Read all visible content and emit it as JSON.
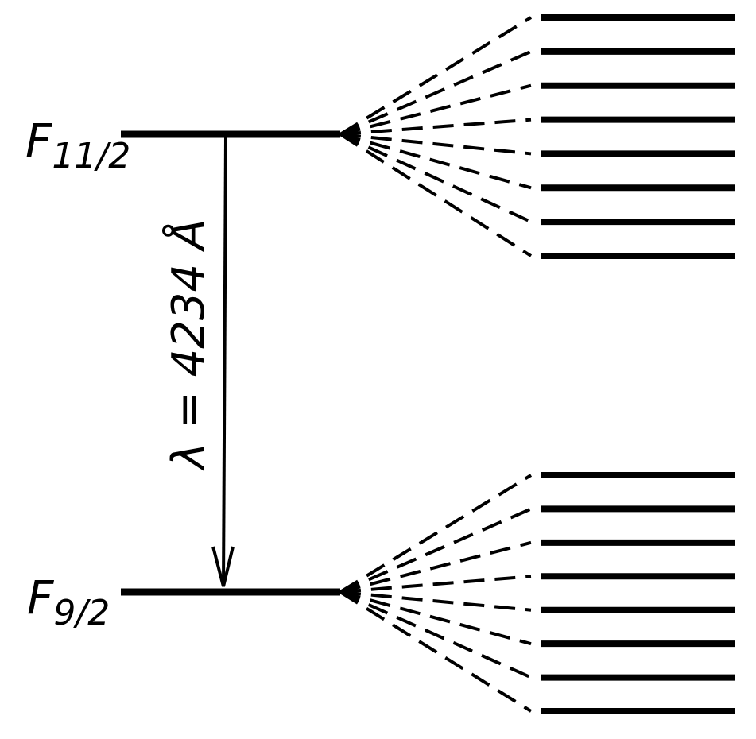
{
  "levels": {
    "upper": {
      "symbol": "F",
      "subscript": "11/2",
      "sublevels": 8
    },
    "lower": {
      "symbol": "F",
      "subscript": "9/2",
      "sublevels": 8
    }
  },
  "transition": {
    "label": "λ = 4234 Å",
    "direction": "upper-to-lower"
  },
  "colors": {
    "ink": "#000000",
    "background": "#ffffff"
  }
}
